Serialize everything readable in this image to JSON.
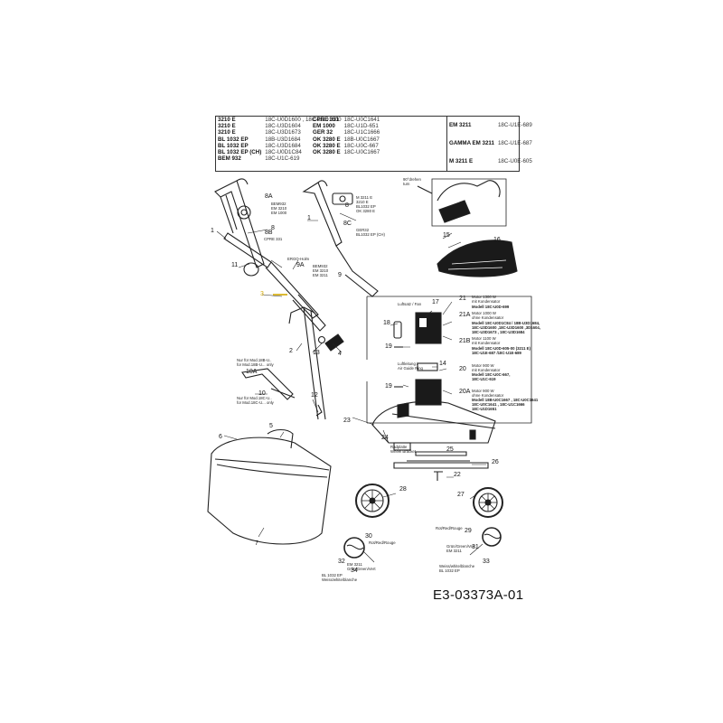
{
  "models_table": {
    "col1": [
      {
        "model": "3210 E",
        "codes": "18C-U0D1600 , 18C-U3D1600"
      },
      {
        "model": "3210 E",
        "codes": "18C-U3D1604"
      },
      {
        "model": "3210 E",
        "codes": "18C-U3D1673"
      },
      {
        "model": "BL 1032 EP",
        "codes": "18B-U3D1684"
      },
      {
        "model": "BL 1032 EP",
        "codes": "18C-U3D1684"
      },
      {
        "model": "BL 1032 EP (CH)",
        "codes": "18C-U0D1C84"
      },
      {
        "model": "BEM 932",
        "codes": "18C-U1C-619"
      }
    ],
    "col2": [
      {
        "model": "CPRE 331",
        "codes": "18C-U0C1641"
      },
      {
        "model": "EM 1000",
        "codes": "18C-U1D-651"
      },
      {
        "model": "GER 32",
        "codes": "18C-U1C1666"
      },
      {
        "model": "OK 3280 E",
        "codes": "18B-U0C1667"
      },
      {
        "model": "OK 3280 E",
        "codes": "18C-U0C-667"
      },
      {
        "model": "OK 3280 E",
        "codes": "18C-U0C1667"
      }
    ],
    "col3": [
      {
        "model": "EM 3211",
        "codes": "18C-U1E-689"
      },
      {
        "model": "GAMMA EM 3211",
        "codes": "18C-U1E-687"
      },
      {
        "model": "M 3211 E",
        "codes": "18C-U0E-605"
      }
    ]
  },
  "part_numbers": {
    "p1a": "1",
    "p1b": "1",
    "p2": "2",
    "p3": "3",
    "p4": "4",
    "p5": "5",
    "p6": "6",
    "p7": "7",
    "p8a": "8",
    "p8b": "8",
    "p8A": "8A",
    "p8B": "8B",
    "p8C": "8C",
    "p9": "9",
    "p9A": "9A",
    "p10": "10",
    "p10A": "10A",
    "p11": "11",
    "p12": "12",
    "p13": "13",
    "p14": "14",
    "p15": "15",
    "p16": "16",
    "p17": "17",
    "p18": "18",
    "p19a": "19",
    "p19b": "19",
    "p20": "20",
    "p20A": "20A",
    "p21": "21",
    "p21A": "21A",
    "p21B": "21B",
    "p22": "22",
    "p23": "23",
    "p24": "24",
    "p25": "25",
    "p26": "26",
    "p27": "27",
    "p28": "28",
    "p29": "29",
    "p30": "30",
    "p31": "31",
    "p32": "32",
    "p33": "33",
    "p34": "34"
  },
  "notes": {
    "n8A": "BEM932\nEM 3210\nEM 1000",
    "n8B": "CPRE 331",
    "n8a_r": "M 3211 E\n3210 E\nBL1032 EP\nOK 3280 E",
    "n8C": "GER32\nBL1032 EP (CH)",
    "bracket": "90°drehen\nturn",
    "ergo": "ERGO-Holm",
    "n9A": "BEM932\nEM 3210\nEM 3211",
    "loose_ring": "Luftsatz / Fan",
    "motor_1300": "Motor 1300 W\nmit Kondensator",
    "model_1300": "Modell 18C-U0D-699",
    "motor_1000_a": "Motor 1000 W\nohne Kondensator",
    "model_1000_a": "Modell 18C-U0D1C84 / 18B-U3D1684,\n18C-U3D1600 ,18C-U3D1600 ,3D1604,\n18C-U3D1673 , 18C-U3D1684",
    "motor_1100": "Motor 1100 W\nmit Kondensator",
    "model_1100": "Modell 18C-U0D-605-00 (3211 E)\n18C-U1E-687 /18C-U1E-689",
    "air_guide": "Luftleitung /\nAir Guide Ring",
    "motor_900_a": "Motor 900 W\nmit Kondensator",
    "model_900_a": "Modell 18C-U0C-667,\n18C-U1C-619",
    "motor_900_b": "Motor 900 W\nohne Kondensator",
    "model_900_b": "Modell 18B-U0C1667 , 18C-U0C1641\n18C-U0C1641 , 18C-U1C1666\n18C-U1D1651",
    "only_a": "Nur für Mod.18B-U..\nfor Mod.18B-U... only",
    "only_b": "Nur für Mod.18C-U..\nfor Mod.18C-U... only",
    "wheel_bracket": "Radplatte\nWheel Bracket",
    "red_a": "Rot/Red/Rouge",
    "red_b": "Rot/Red/Rouge",
    "green_a": "EM 3211\nGrün/Green/Vert",
    "green_b": "Grün/Green/Vert\nEM 3211",
    "white_a": "BL 1032 EP\nWeiss/white/blanche",
    "white_b": "Weiss/white/blanche\nBL 1032 EP"
  },
  "diagram_code": "E3-03373A-01",
  "colors": {
    "line": "#222222",
    "fill_dark": "#1a1a1a",
    "highlight": "#d4a800",
    "paper": "#ffffff"
  }
}
